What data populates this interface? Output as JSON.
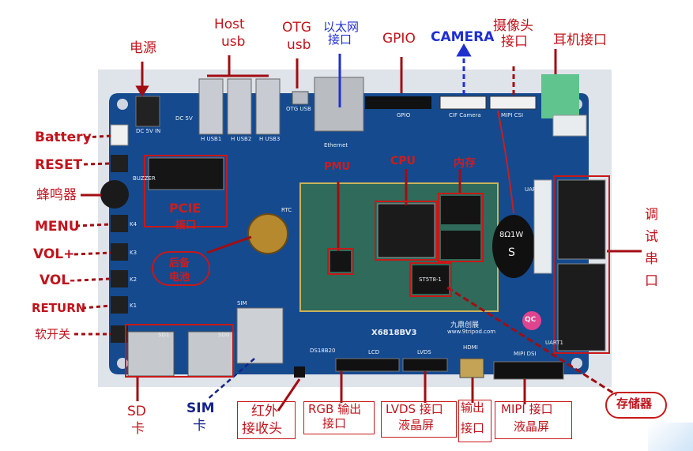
{
  "labels": {
    "power": "电源",
    "host_usb_1": "Host",
    "host_usb_2": "usb",
    "otg_usb_1": "OTG",
    "otg_usb_2": "usb",
    "ethernet_1": "以太网",
    "ethernet_2": "接口",
    "gpio": "GPIO",
    "camera": "CAMERA",
    "camera_port_1": "摄像头",
    "camera_port_2": "接口",
    "headphone": "耳机接口",
    "battery": "Battery",
    "reset": "RESET",
    "buzzer": "蜂鸣器",
    "menu": "MENU",
    "vol_up": "VOL+",
    "vol_down": "VOL-",
    "return": "RETURN",
    "soft_switch": "软开关",
    "sd_1": "SD",
    "sd_2": "卡",
    "sim_1": "SIM",
    "sim_2": "卡",
    "ir_1": "红外",
    "ir_2": "接收头",
    "rgb_1": "RGB 输出",
    "rgb_2": "接口",
    "lvds_1": "LVDS  接口",
    "lvds_2": "液晶屏",
    "hdmi_1": "输出",
    "hdmi_2": "接口",
    "mipi_1": "MIPI 接口",
    "mipi_2": "液晶屏",
    "storage": "存储器",
    "debug_serial": [
      "调",
      "试",
      "串",
      "口"
    ]
  },
  "board_annotations": {
    "pmu": "PMU",
    "cpu": "CPU",
    "memory": "内存",
    "pcie_1": "PCIE",
    "pcie_2": "接口",
    "backup_battery_1": "后备",
    "backup_battery_2": "电池"
  },
  "silkscreen": {
    "dc5v": "DC 5V",
    "dc5v_in": "DC 5V IN",
    "h_usb1": "H USB1",
    "h_usb2": "H USB2",
    "h_usb3": "H USB3",
    "otg_usb": "OTG USB",
    "ethernet": "Ethernet",
    "gpio": "GPIO",
    "cif_camera": "CIF Camera",
    "mipi_csi": "MIPI CSI",
    "rtc": "RTC",
    "sd1": "SD1",
    "sd0": "SD0",
    "sim": "SIM",
    "ds18b20": "DS18B20",
    "lcd": "LCD",
    "lvds": "LVDS",
    "hdmi": "HDMI",
    "mipi_dsi": "MIPI DSI",
    "uart2": "UART2",
    "uart1": "UART1",
    "board_model": "X6818BV3",
    "brand": "九鼎创展",
    "website": "www.9tripod.com",
    "speaker": "8Ω1W",
    "speaker_s": "S",
    "k4": "K4",
    "k3": "K3",
    "k2": "K2",
    "k1": "K1",
    "buzzer": "BUZZER",
    "core_code": "ST5T8-1",
    "qc": "QC"
  },
  "colors": {
    "annotation_red": "#c0141c",
    "pcb_blue": "#154a8f",
    "core_board_green": "#2f6a5a",
    "camera_blue": "#1f2fcf"
  }
}
